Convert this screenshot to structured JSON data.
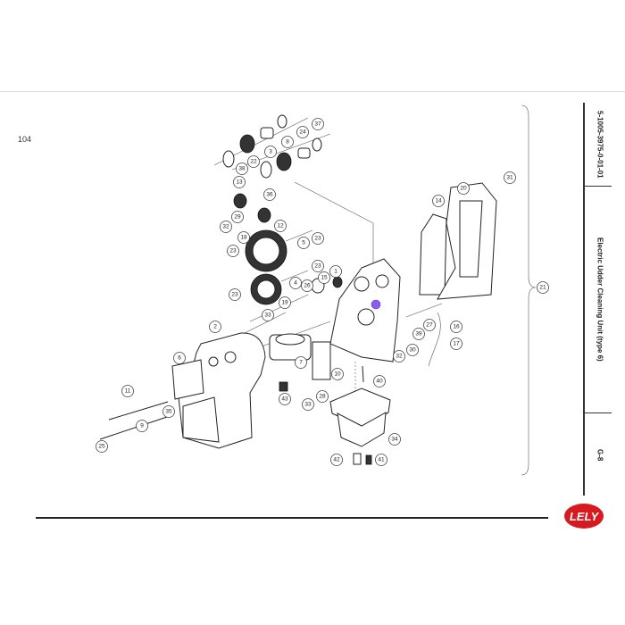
{
  "page_number": "104",
  "sidebar": {
    "document_code": "5-1005-3975-0-01-01",
    "title": "Electric Udder Cleaning Unit (type 6)",
    "section": "G-8"
  },
  "logo_text": "LELY",
  "colors": {
    "brand_red": "#d71920",
    "highlight": "#8a5cf0"
  },
  "callouts": [
    "37",
    "24",
    "8",
    "3",
    "22",
    "38",
    "13",
    "36",
    "29",
    "12",
    "32",
    "18",
    "5",
    "23",
    "23",
    "23",
    "1",
    "15",
    "26",
    "4",
    "19",
    "23",
    "14",
    "20",
    "31",
    "21",
    "16",
    "17",
    "27",
    "39",
    "30",
    "32",
    "33",
    "2",
    "6",
    "7",
    "10",
    "11",
    "9",
    "35",
    "25",
    "40",
    "43",
    "33",
    "28",
    "34",
    "42",
    "41"
  ]
}
